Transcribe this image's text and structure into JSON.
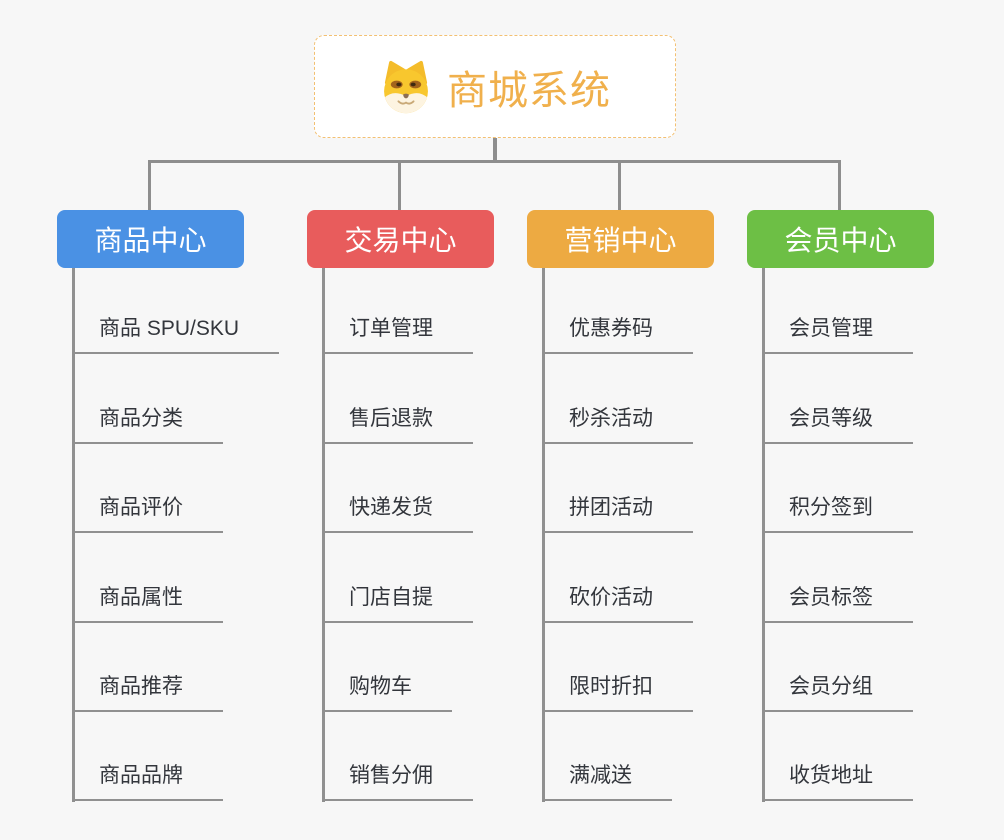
{
  "title": {
    "text": "商城系统",
    "icon": "dog-face-icon",
    "text_color": "#f0b04c",
    "border_color": "#f3c072"
  },
  "connector_color": "#8e8e8e",
  "background_color": "#f7f7f7",
  "branches": [
    {
      "label": "商品中心",
      "color": "#4a91e4",
      "items": [
        "商品 SPU/SKU",
        "商品分类",
        "商品评价",
        "商品属性",
        "商品推荐",
        "商品品牌"
      ]
    },
    {
      "label": "交易中心",
      "color": "#e85c5c",
      "items": [
        "订单管理",
        "售后退款",
        "快递发货",
        "门店自提",
        "购物车",
        "销售分佣"
      ]
    },
    {
      "label": "营销中心",
      "color": "#edaa42",
      "items": [
        "优惠券码",
        "秒杀活动",
        "拼团活动",
        "砍价活动",
        "限时折扣",
        "满减送"
      ]
    },
    {
      "label": "会员中心",
      "color": "#6dbf45",
      "items": [
        "会员管理",
        "会员等级",
        "积分签到",
        "会员标签",
        "会员分组",
        "收货地址"
      ]
    }
  ]
}
